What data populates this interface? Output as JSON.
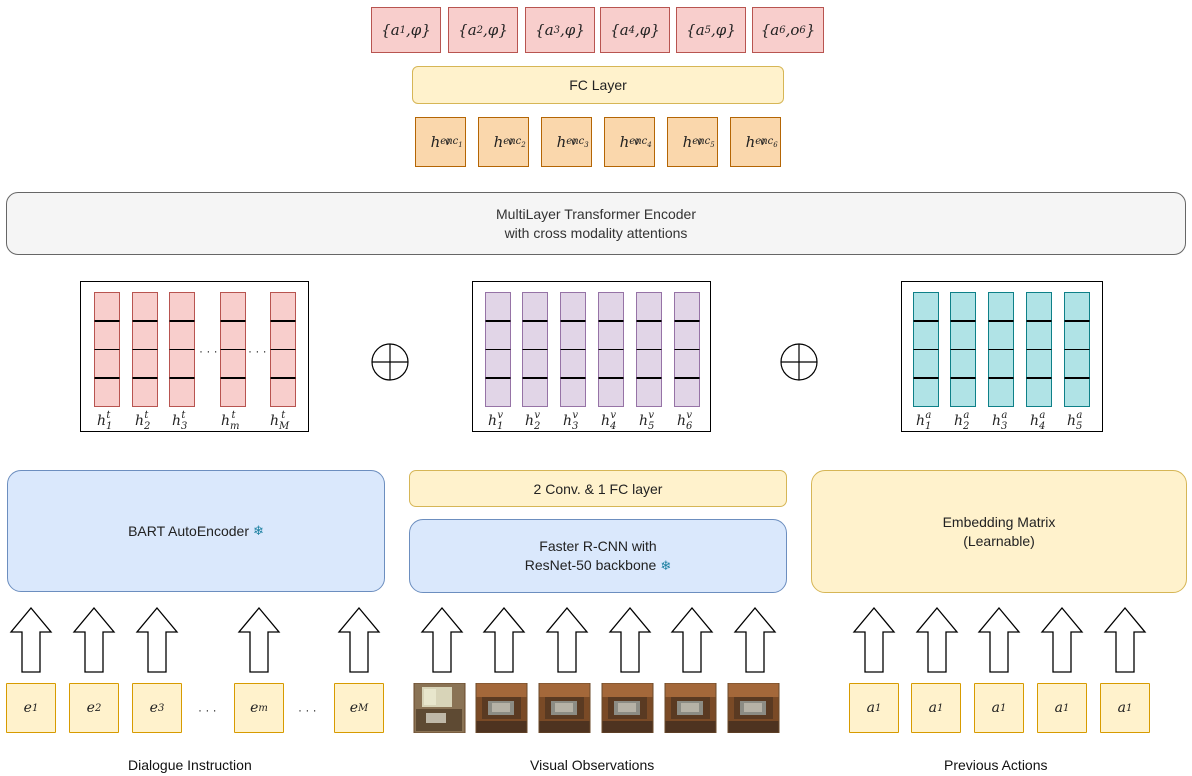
{
  "outputs": [
    "{a1, φ}",
    "{a2, φ}",
    "{a3, φ}",
    "{a4, φ}",
    "{a5, φ}",
    "{a6, o6}"
  ],
  "fc_layer": "FC Layer",
  "encoder_outputs": [
    "h_enc1",
    "h_enc2",
    "h_enc3",
    "h_enc4",
    "h_enc5",
    "h_enc6"
  ],
  "transformer": {
    "line1": "MultiLayer Transformer Encoder",
    "line2": "with cross modality attentions"
  },
  "text_panel": {
    "labels": [
      "h1t",
      "h2t",
      "h3t",
      "hmt",
      "hMt"
    ],
    "ellipsis": "· · ·"
  },
  "visual_panel": {
    "labels": [
      "h1v",
      "h2v",
      "h3v",
      "h4v",
      "h5v",
      "h6v"
    ]
  },
  "action_panel": {
    "labels": [
      "h1a",
      "h2a",
      "h3a",
      "h4a",
      "h5a"
    ]
  },
  "bart": {
    "label": "BART AutoEncoder"
  },
  "conv": {
    "label": "2 Conv. & 1 FC layer"
  },
  "rcnn": {
    "line1": "Faster R-CNN with",
    "line2": "ResNet-50 backbone"
  },
  "embedding": {
    "line1": "Embedding Matrix",
    "line2": "(Learnable)"
  },
  "text_inputs": [
    "e1",
    "e2",
    "e3",
    "em",
    "eM"
  ],
  "action_inputs": [
    "a1",
    "a1",
    "a1",
    "a1",
    "a1"
  ],
  "dots": "· · ·",
  "captions": {
    "dialogue": "Dialogue Instruction",
    "visual": "Visual Observations",
    "actions": "Previous Actions"
  },
  "colors": {
    "red_fill": "#f8cecc",
    "red_stroke": "#b85450",
    "purple_fill": "#e1d5e7",
    "purple_stroke": "#9673a6",
    "teal_fill": "#b0e3e6",
    "teal_stroke": "#0e8088",
    "orange_fill": "#fad7ac",
    "orange_stroke": "#b46504",
    "yellow_fill": "#fff2cc",
    "yellow_stroke": "#d6b656",
    "blue_fill": "#dae8fc",
    "blue_stroke": "#6c8ebf",
    "grey_fill": "#f5f5f5",
    "grey_stroke": "#666666"
  }
}
